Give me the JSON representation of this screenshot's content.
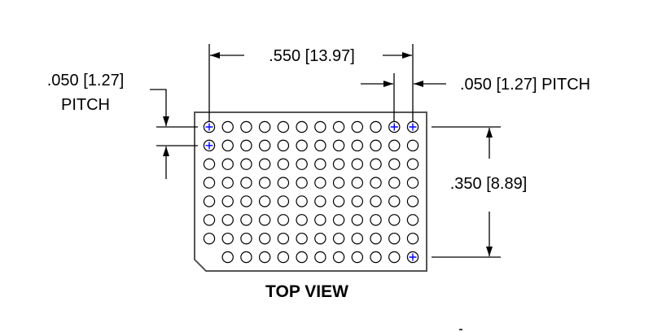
{
  "dimensions": {
    "width": ".550 [13.97]",
    "pitch_right": ".050 [1.27] PITCH",
    "pitch_left_line1": ".050 [1.27]",
    "pitch_left_line2": "PITCH",
    "height": ".350 [8.89]"
  },
  "view_label": "TOP VIEW",
  "grid": {
    "columns": 12,
    "rows": 8,
    "missing": [
      [
        7,
        0
      ]
    ],
    "marked": [
      [
        0,
        0
      ],
      [
        0,
        10
      ],
      [
        0,
        11
      ],
      [
        1,
        0
      ],
      [
        7,
        11
      ]
    ]
  },
  "colors": {
    "line": "#000000",
    "marker": "#0000ff",
    "outline": "#555555"
  }
}
